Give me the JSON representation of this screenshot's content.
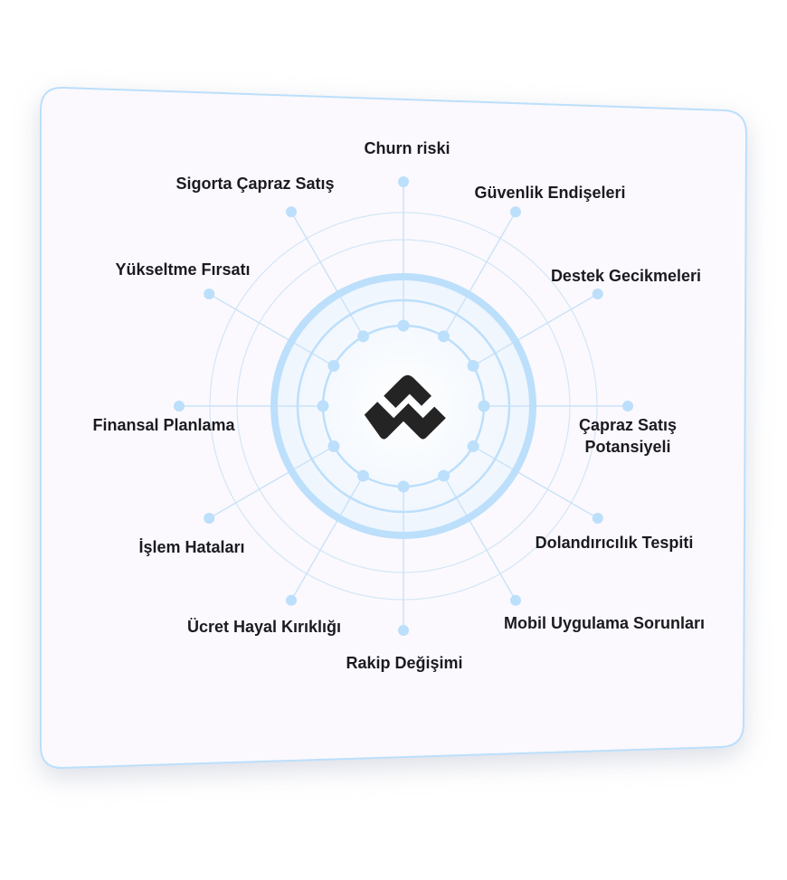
{
  "diagram": {
    "center_logo": "brand-logo",
    "spokes": [
      {
        "label": [
          "Churn riski"
        ]
      },
      {
        "label": [
          "Güvenlik Endişeleri"
        ]
      },
      {
        "label": [
          "Destek Gecikmeleri"
        ]
      },
      {
        "label": [
          "Çapraz Satış",
          "Potansiyeli"
        ]
      },
      {
        "label": [
          "Dolandırıcılık Tespiti"
        ]
      },
      {
        "label": [
          "Mobil Uygulama Sorunları"
        ]
      },
      {
        "label": [
          "Rakip Değişimi"
        ]
      },
      {
        "label": [
          "Ücret Hayal Kırıklığı"
        ]
      },
      {
        "label": [
          "İşlem Hataları"
        ]
      },
      {
        "label": [
          "Finansal Planlama"
        ]
      },
      {
        "label": [
          "Yükseltme Fırsatı"
        ]
      },
      {
        "label": [
          "Sigorta Çapraz Satış"
        ]
      }
    ]
  },
  "colors": {
    "accent": "#bcdffb",
    "line": "#cfe6fb",
    "text": "#1b1b1f",
    "card": "#fbf9fd"
  }
}
